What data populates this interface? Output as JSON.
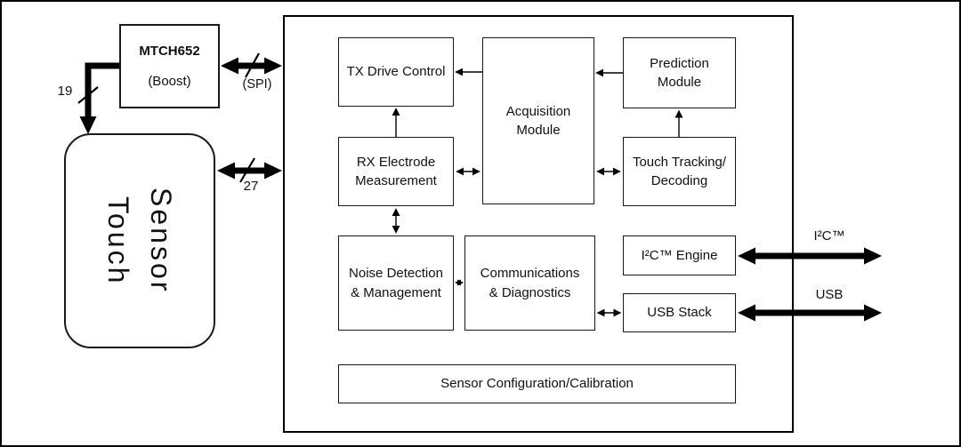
{
  "external": {
    "mtch652": {
      "name": "MTCH652",
      "sub": "(Boost)"
    },
    "touch_sensor": {
      "label": "Touch\nSensor"
    }
  },
  "labels": {
    "spi": "(SPI)",
    "bus19": "19",
    "bus27": "27",
    "i2c": "I²C™",
    "usb": "USB"
  },
  "blocks": {
    "tx_drive": "TX Drive Control",
    "acquisition": "Acquisition\nModule",
    "prediction": "Prediction\nModule",
    "rx_electrode": "RX Electrode\nMeasurement",
    "touch_tracking": "Touch Tracking/\nDecoding",
    "noise": "Noise Detection\n& Management",
    "comms": "Communications\n& Diagnostics",
    "i2c_engine": "I²C™ Engine",
    "usb_stack": "USB Stack",
    "sensor_config": "Sensor Configuration/Calibration"
  },
  "colors": {
    "line": "#000000",
    "background": "#ffffff"
  }
}
